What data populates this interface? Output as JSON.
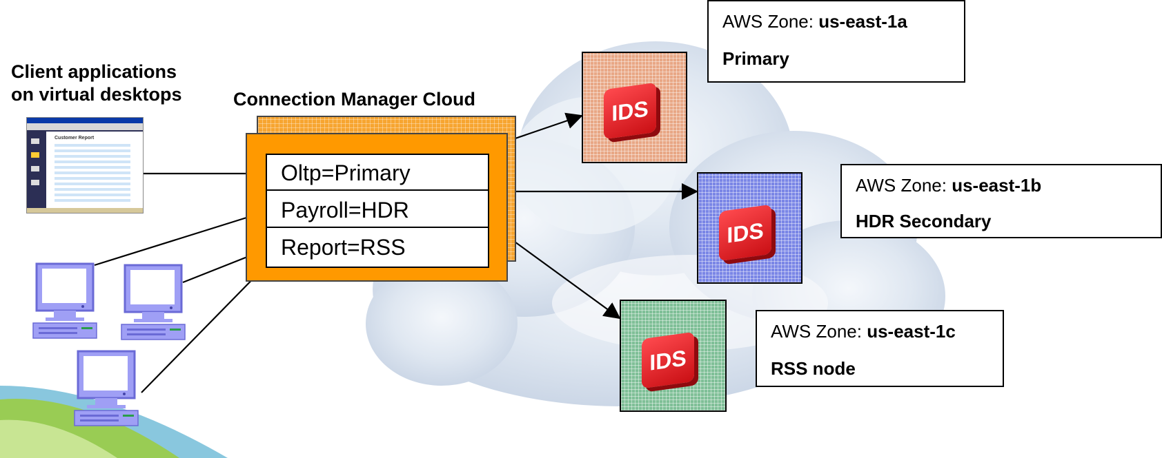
{
  "client_label_line1": "Client applications",
  "client_label_line2": "on virtual desktops",
  "cm_title": "Connection Manager Cloud",
  "routes": [
    "Oltp=Primary",
    "Payroll=HDR",
    "Report=RSS"
  ],
  "nodes": [
    {
      "icon": "IDS",
      "color": "#e8a785",
      "zone_prefix": "AWS Zone: ",
      "zone": "us-east-1a",
      "role": "Primary"
    },
    {
      "icon": "IDS",
      "color": "#7a86e6",
      "zone_prefix": "AWS Zone: ",
      "zone": "us-east-1b",
      "role": "HDR Secondary"
    },
    {
      "icon": "IDS",
      "color": "#7fbf97",
      "zone_prefix": "AWS Zone: ",
      "zone": "us-east-1c",
      "role": "RSS node"
    }
  ],
  "screenshot": {
    "title": "Customer Report"
  },
  "colors": {
    "accent_orange": "#ff9900",
    "cloud": "#dde6f2",
    "computer": "#9f9ff5",
    "ids_red": "#e8191e",
    "swoosh_green": "#9ccc3c",
    "swoosh_blue": "#3aa1c8"
  }
}
